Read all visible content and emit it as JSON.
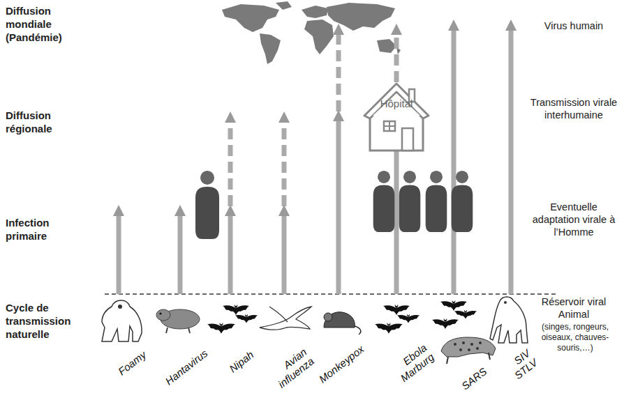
{
  "diagram": {
    "nodes": [
      {
        "text": [
          "Hôpital"
        ]
      }
    ],
    "labels": [
      "Diffusion mondiale (Pandémie)",
      "Diffusion régionale",
      "Infection primaire",
      "Cycle de transmission naturelle",
      "Virus humain",
      "Transmission virale interhumaine",
      "Eventuelle adaptation virale à l’Homme",
      "Réservoir viral Animal",
      "(singes, rongeurs, oiseaux, chauves-souris,…)",
      "Foamy",
      "Hantavirus",
      "Nipah",
      "Avian influenza",
      "Monkeypox",
      "Ebola Marburg",
      "SARS",
      "SIV STLV"
    ]
  }
}
